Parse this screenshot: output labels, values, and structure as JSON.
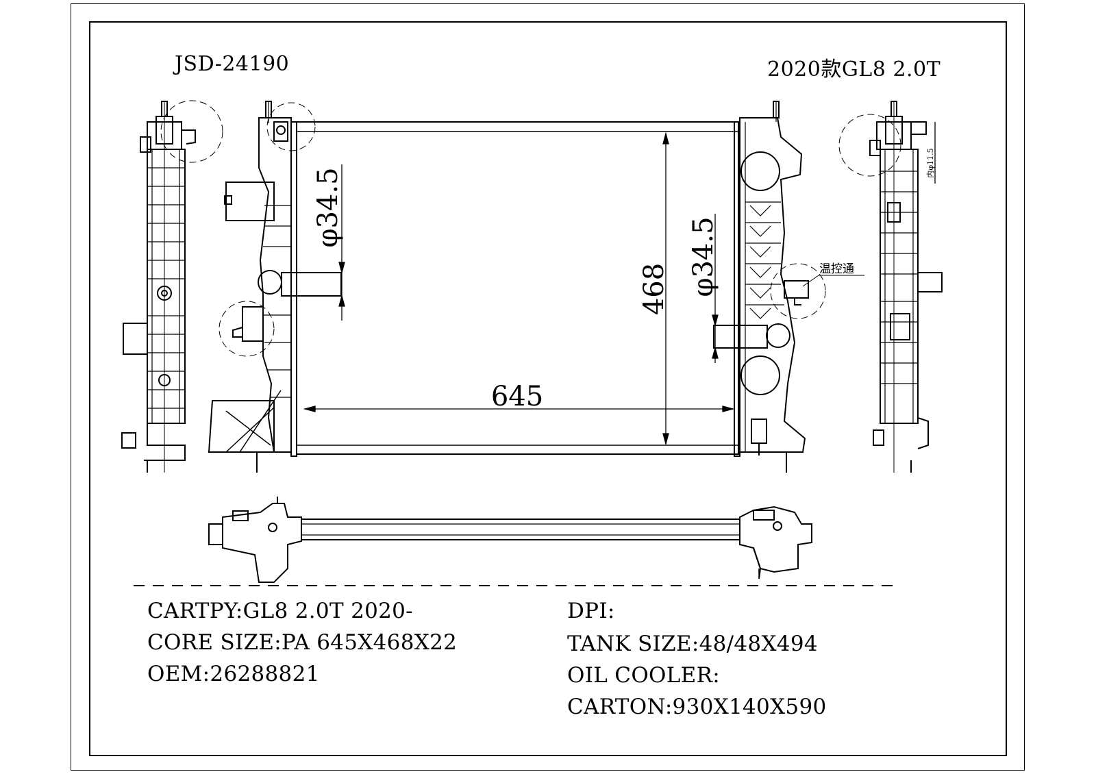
{
  "header": {
    "part_number": "JSD-24190",
    "vehicle": "2020款GL8 2.0T"
  },
  "dimensions": {
    "width": "645",
    "height": "468",
    "pipe_left": "φ34.5",
    "pipe_right": "φ34.5",
    "inner_diameter": "内φ11.5",
    "thermostat_label": "温控通"
  },
  "specs": {
    "left": [
      "CARTPY:GL8 2.0T 2020-",
      "CORE SIZE:PA 645X468X22",
      "OEM:26288821"
    ],
    "right": [
      "DPI:",
      "TANK SIZE:48/48X494",
      "OIL COOLER:",
      "CARTON:930X140X590"
    ]
  }
}
